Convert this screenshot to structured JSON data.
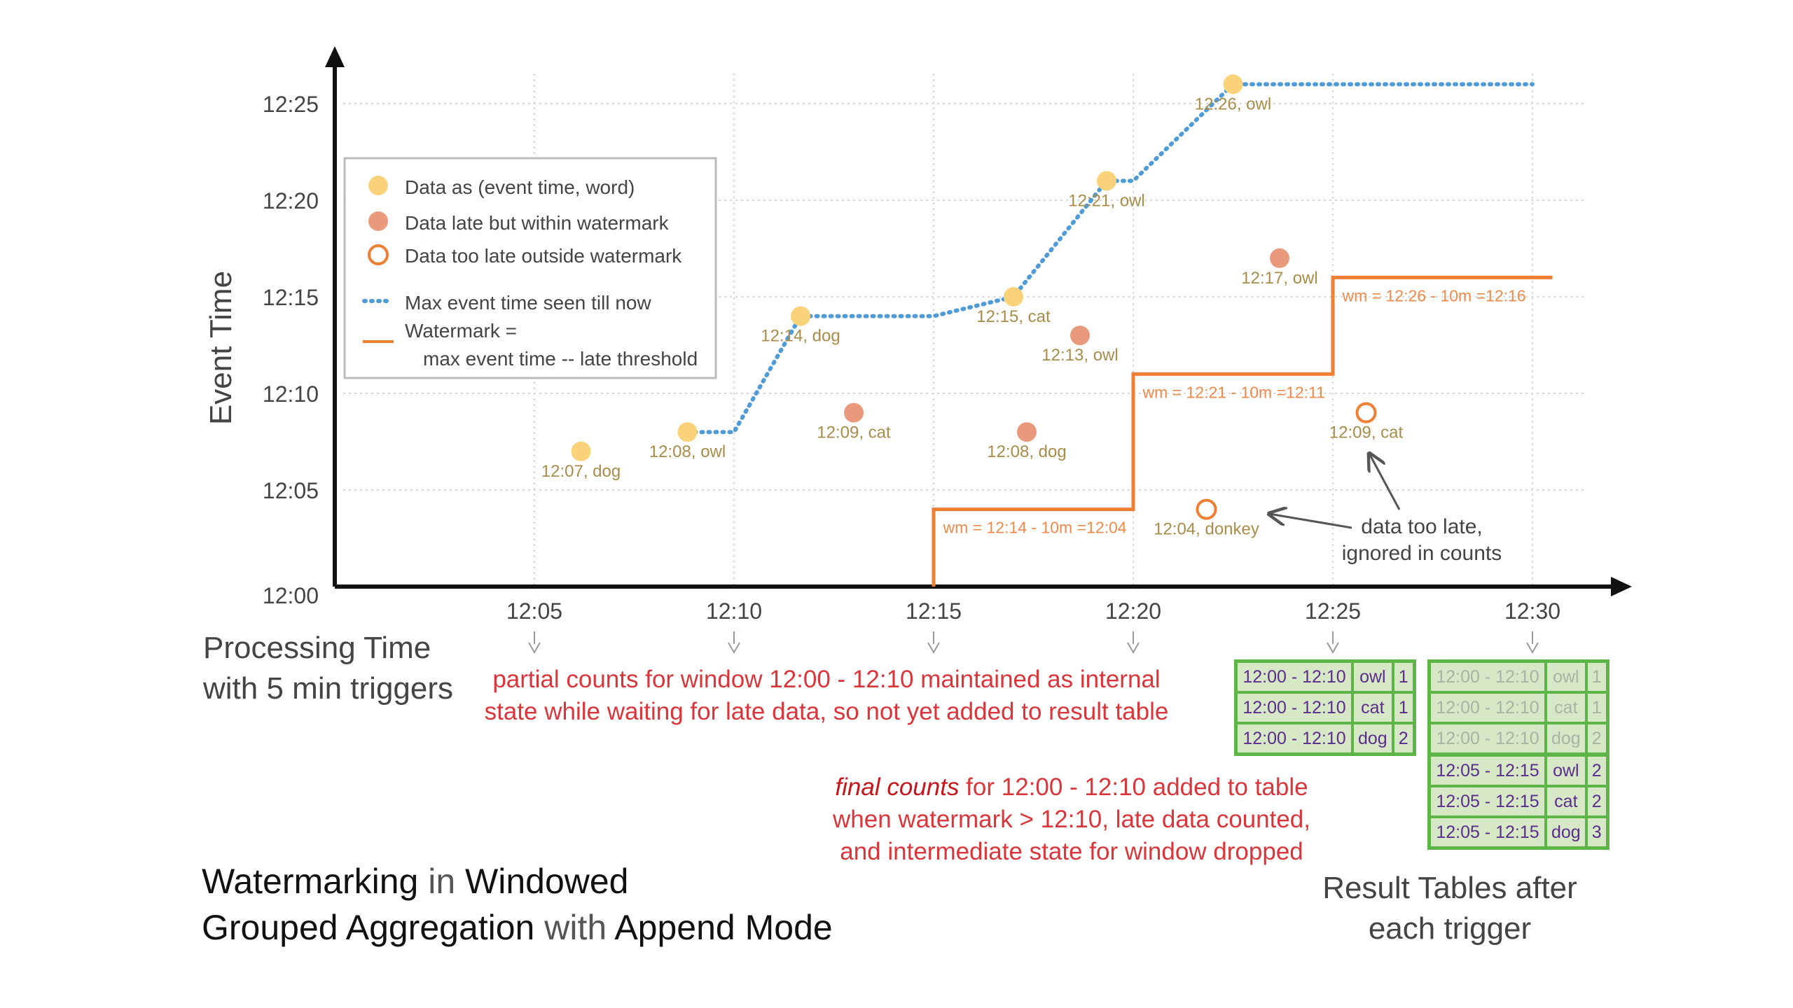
{
  "title": {
    "w1": "Watermarking",
    "w2": " in ",
    "w3": "Windowed",
    "w4": "Grouped Aggregation",
    "w5": " with ",
    "w6": "Append Mode"
  },
  "axes": {
    "y_label": "Event Time",
    "y_ticks": [
      "12:00",
      "12:05",
      "12:10",
      "12:15",
      "12:20",
      "12:25"
    ],
    "x_ticks": [
      "12:05",
      "12:10",
      "12:15",
      "12:20",
      "12:25",
      "12:30"
    ],
    "x_caption_line1": "Processing Time",
    "x_caption_line2": "with 5 min triggers"
  },
  "legend": {
    "data": "Data as (event time, word)",
    "late": "Data late but within watermark",
    "too_late": "Data too late outside watermark",
    "max": "Max event time seen till now",
    "wm_line1": "Watermark =",
    "wm_line2": "max event time -- late threshold"
  },
  "colors": {
    "data": "#f9d27a",
    "late": "#ea9a7c",
    "too_late": "#ee7f33",
    "max_line": "#4f9bd8",
    "watermark": "#ee7f33",
    "point_label": "#a88d4a",
    "grid": "#d9d9d9",
    "note_red": "#d9353a",
    "table_green": "#5db547"
  },
  "points": [
    {
      "x": "12:06:10",
      "y": "12:07",
      "label": "12:07, dog",
      "kind": "data"
    },
    {
      "x": "12:08:50",
      "y": "12:08",
      "label": "12:08, owl",
      "kind": "data"
    },
    {
      "x": "12:11:40",
      "y": "12:14",
      "label": "12:14, dog",
      "kind": "data"
    },
    {
      "x": "12:13:00",
      "y": "12:09",
      "label": "12:09, cat",
      "kind": "late"
    },
    {
      "x": "12:17:00",
      "y": "12:15",
      "label": "12:15, cat",
      "kind": "data"
    },
    {
      "x": "12:17:20",
      "y": "12:08",
      "label": "12:08, dog",
      "kind": "late"
    },
    {
      "x": "12:18:40",
      "y": "12:13",
      "label": "12:13, owl",
      "kind": "late"
    },
    {
      "x": "12:19:20",
      "y": "12:21",
      "label": "12:21, owl",
      "kind": "data"
    },
    {
      "x": "12:21:50",
      "y": "12:04",
      "label": "12:04, donkey",
      "kind": "too_late"
    },
    {
      "x": "12:22:30",
      "y": "12:26",
      "label": "12:26, owl",
      "kind": "data"
    },
    {
      "x": "12:23:40",
      "y": "12:17",
      "label": "12:17, owl",
      "kind": "late"
    },
    {
      "x": "12:25:50",
      "y": "12:09",
      "label": "12:09, cat",
      "kind": "too_late"
    }
  ],
  "max_event_line": [
    [
      "12:08:50",
      "12:08"
    ],
    [
      "12:10:00",
      "12:08"
    ],
    [
      "12:11:40",
      "12:14"
    ],
    [
      "12:15:00",
      "12:14"
    ],
    [
      "12:17:00",
      "12:15"
    ],
    [
      "12:19:20",
      "12:21"
    ],
    [
      "12:20:00",
      "12:21"
    ],
    [
      "12:22:30",
      "12:26"
    ],
    [
      "12:30:00",
      "12:26"
    ]
  ],
  "watermark_line": [
    [
      "12:15:00",
      "12:00"
    ],
    [
      "12:15:00",
      "12:04"
    ],
    [
      "12:20:00",
      "12:04"
    ],
    [
      "12:20:00",
      "12:11"
    ],
    [
      "12:25:00",
      "12:11"
    ],
    [
      "12:25:00",
      "12:16"
    ],
    [
      "12:30:30",
      "12:16"
    ]
  ],
  "watermark_labels": [
    {
      "x": "12:15:10",
      "y": "12:04",
      "text": "wm = 12:14 - 10m =12:04"
    },
    {
      "x": "12:20:10",
      "y": "12:11",
      "text": "wm = 12:21 - 10m =12:11"
    },
    {
      "x": "12:25:10",
      "y": "12:16",
      "text": "wm = 12:26 - 10m =12:16"
    }
  ],
  "annotation": {
    "line1": "data too late,",
    "line2": "ignored in counts"
  },
  "notes": {
    "partial_line1": "partial counts for window 12:00 - 12:10 maintained as internal",
    "partial_line2": "state while waiting for late data, so not yet added  to result table",
    "final_em": "final counts",
    "final_rest": " for 12:00 - 12:10 added to table",
    "final_line2": "when watermark > 12:10, late data counted,",
    "final_line3": "and intermediate state for window dropped"
  },
  "result_tables": {
    "caption_line1": "Result Tables after",
    "caption_line2": "each trigger",
    "t1": [
      {
        "window": "12:00 - 12:10",
        "word": "owl",
        "count": "1"
      },
      {
        "window": "12:00 - 12:10",
        "word": "cat",
        "count": "1"
      },
      {
        "window": "12:00 - 12:10",
        "word": "dog",
        "count": "2"
      }
    ],
    "t2": [
      {
        "window": "12:00 - 12:10",
        "word": "owl",
        "count": "1"
      },
      {
        "window": "12:00 - 12:10",
        "word": "cat",
        "count": "1"
      },
      {
        "window": "12:00 - 12:10",
        "word": "dog",
        "count": "2"
      },
      {
        "window": "12:05 - 12:15",
        "word": "owl",
        "count": "2"
      },
      {
        "window": "12:05 - 12:15",
        "word": "cat",
        "count": "2"
      },
      {
        "window": "12:05 - 12:15",
        "word": "dog",
        "count": "3"
      }
    ]
  }
}
